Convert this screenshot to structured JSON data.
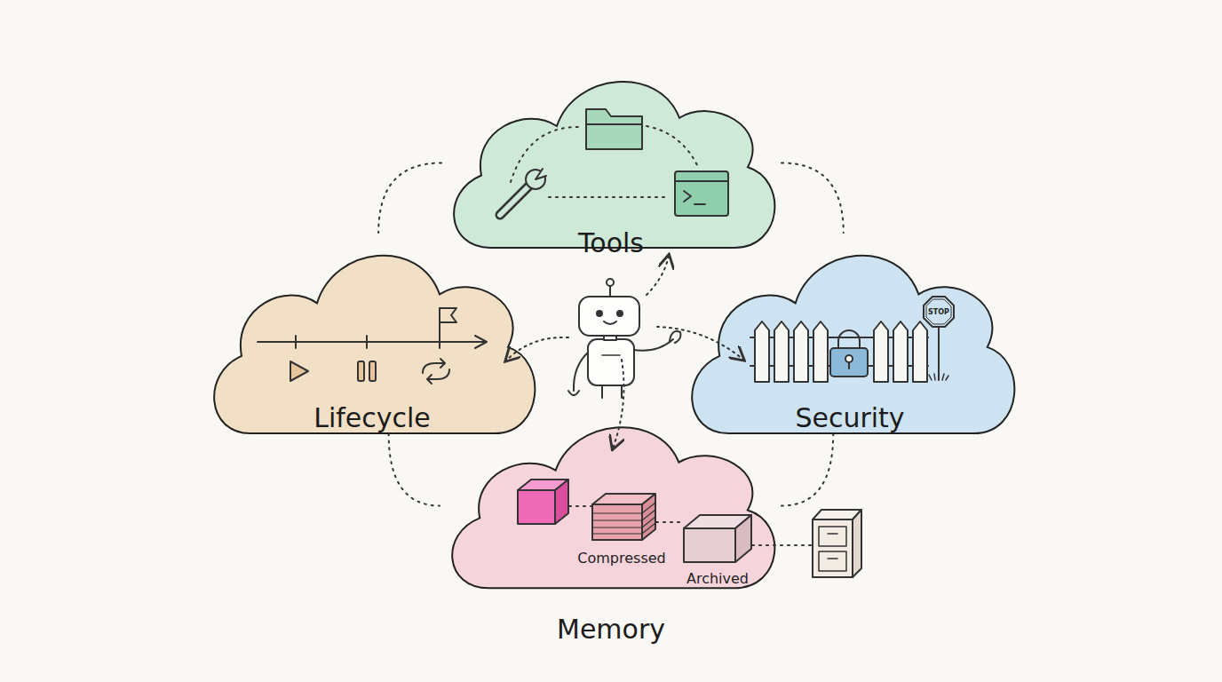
{
  "diagram": {
    "nodes": [
      {
        "text": [
          "Tools"
        ]
      },
      {
        "text": [
          "Lifecycle"
        ]
      },
      {
        "text": [
          "Security"
        ]
      },
      {
        "text": [
          "Memory"
        ]
      }
    ],
    "edges": [
      {
        "from": 0,
        "to": 1,
        "arrow": "none"
      },
      {
        "from": 0,
        "to": 2,
        "arrow": "none"
      },
      {
        "from": 1,
        "to": 3,
        "arrow": "none"
      },
      {
        "from": 2,
        "to": 3,
        "arrow": "none"
      }
    ],
    "labels": [
      "STOP",
      "Compressed",
      "Archived"
    ]
  }
}
